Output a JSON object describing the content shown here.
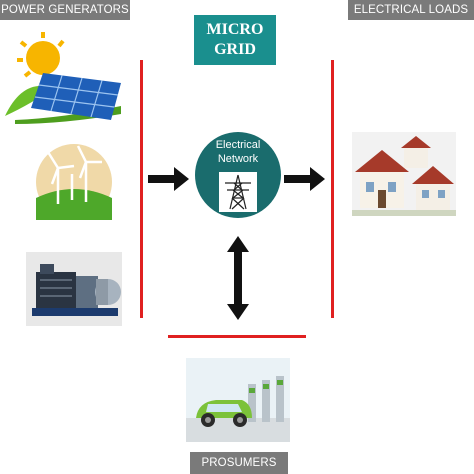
{
  "labels": {
    "power_generators": "POWER GENERATORS",
    "electrical_loads": "ELECTRICAL LOADS",
    "prosumers": "PROSUMERS",
    "title_line1": "MICRO",
    "title_line2": "GRID",
    "network_line1": "Electrical",
    "network_line2": "Network"
  },
  "icons": [
    "solar-panel-icon",
    "wind-turbine-icon",
    "generator-icon",
    "houses-icon",
    "electric-vehicle-charging-icon",
    "transmission-tower-icon"
  ],
  "colors": {
    "tag_bg": "#7a7a7a",
    "title_bg": "#1a8f8e",
    "network_bg": "#1a6c6d",
    "bus_line": "#e02020"
  }
}
